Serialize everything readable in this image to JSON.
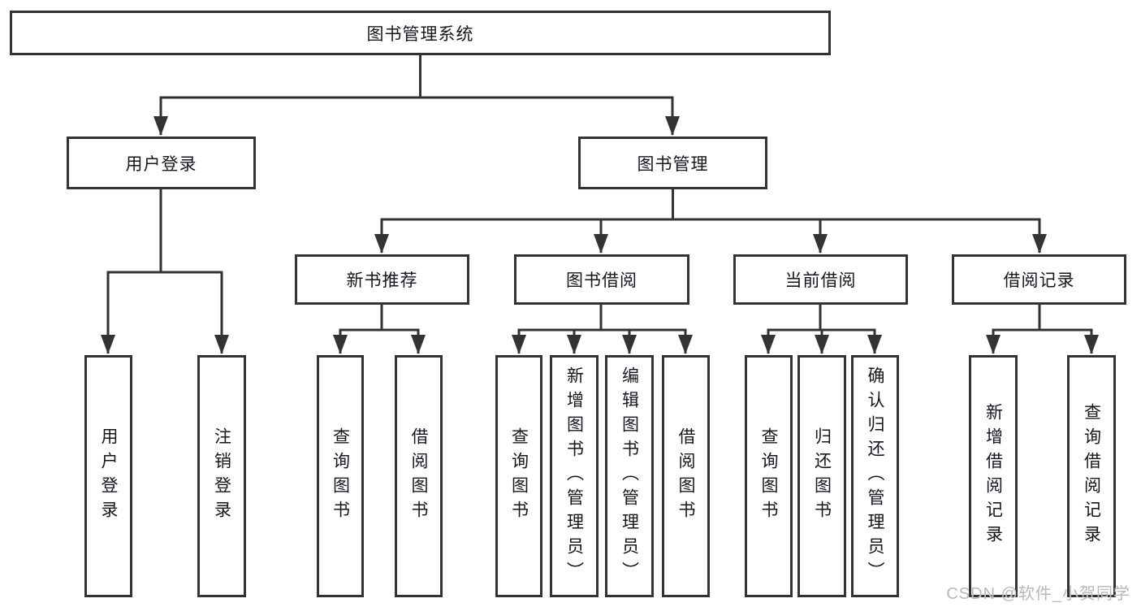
{
  "tree": {
    "label": "图书管理系统",
    "children": [
      {
        "label": "用户登录",
        "children": [
          {
            "label": "用户登录"
          },
          {
            "label": "注销登录"
          }
        ]
      },
      {
        "label": "图书管理",
        "children": [
          {
            "label": "新书推荐",
            "children": [
              {
                "label": "查询图书"
              },
              {
                "label": "借阅图书"
              }
            ]
          },
          {
            "label": "图书借阅",
            "children": [
              {
                "label": "查询图书"
              },
              {
                "label": "新增图书（管理员）"
              },
              {
                "label": "编辑图书（管理员）"
              },
              {
                "label": "借阅图书"
              }
            ]
          },
          {
            "label": "当前借阅",
            "children": [
              {
                "label": "查询图书"
              },
              {
                "label": "归还图书"
              },
              {
                "label": "确认归还（管理员）"
              }
            ]
          },
          {
            "label": "借阅记录",
            "children": [
              {
                "label": "新增借阅记录"
              },
              {
                "label": "查询借阅记录"
              }
            ]
          }
        ]
      }
    ]
  },
  "watermark": {
    "text": "CSDN @软件_小贺同学"
  },
  "colors": {
    "line": "#333333",
    "box_border": "#333333",
    "text": "#16161e",
    "watermark": "#b9b9bd",
    "background": "#ffffff"
  }
}
